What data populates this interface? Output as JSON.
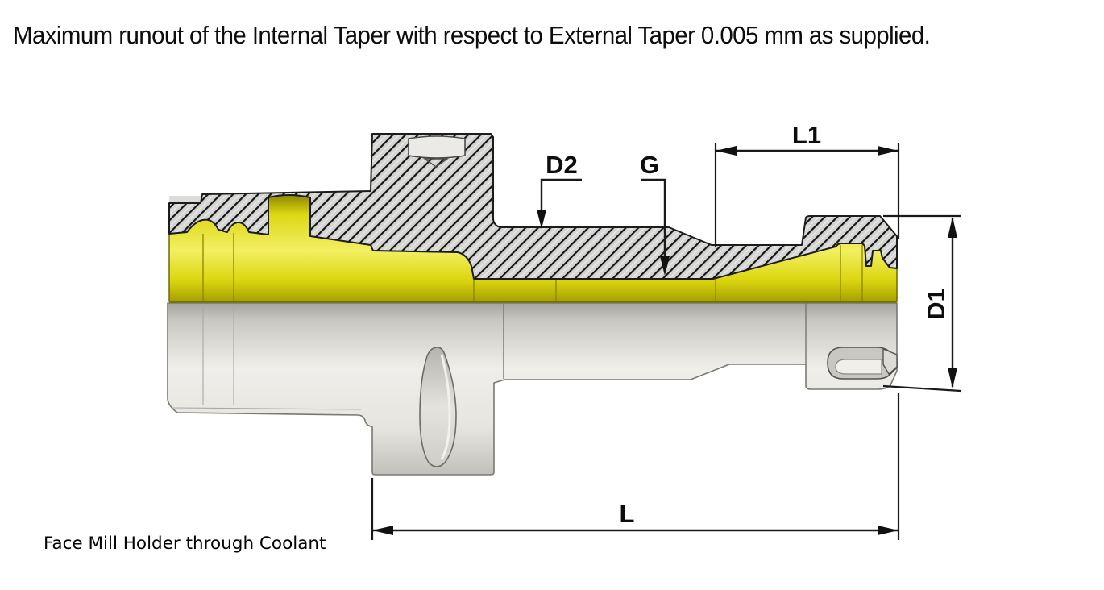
{
  "title": "Maximum runout of the Internal Taper with respect to External Taper 0.005 mm as supplied.",
  "caption": "Face Mill Holder through Coolant",
  "dimensions": {
    "d2": "D2",
    "g": "G",
    "l1": "L1",
    "d1": "D1",
    "l": "L"
  },
  "colors": {
    "coolant_yellow": "#e9e31c",
    "yellow_shadow": "#847f00",
    "body_gray_light": "#eeedea",
    "body_gray_dark": "#b2b0aa",
    "hatch_gray": "#d4d4d3",
    "line_black": "#1a1a1a"
  }
}
